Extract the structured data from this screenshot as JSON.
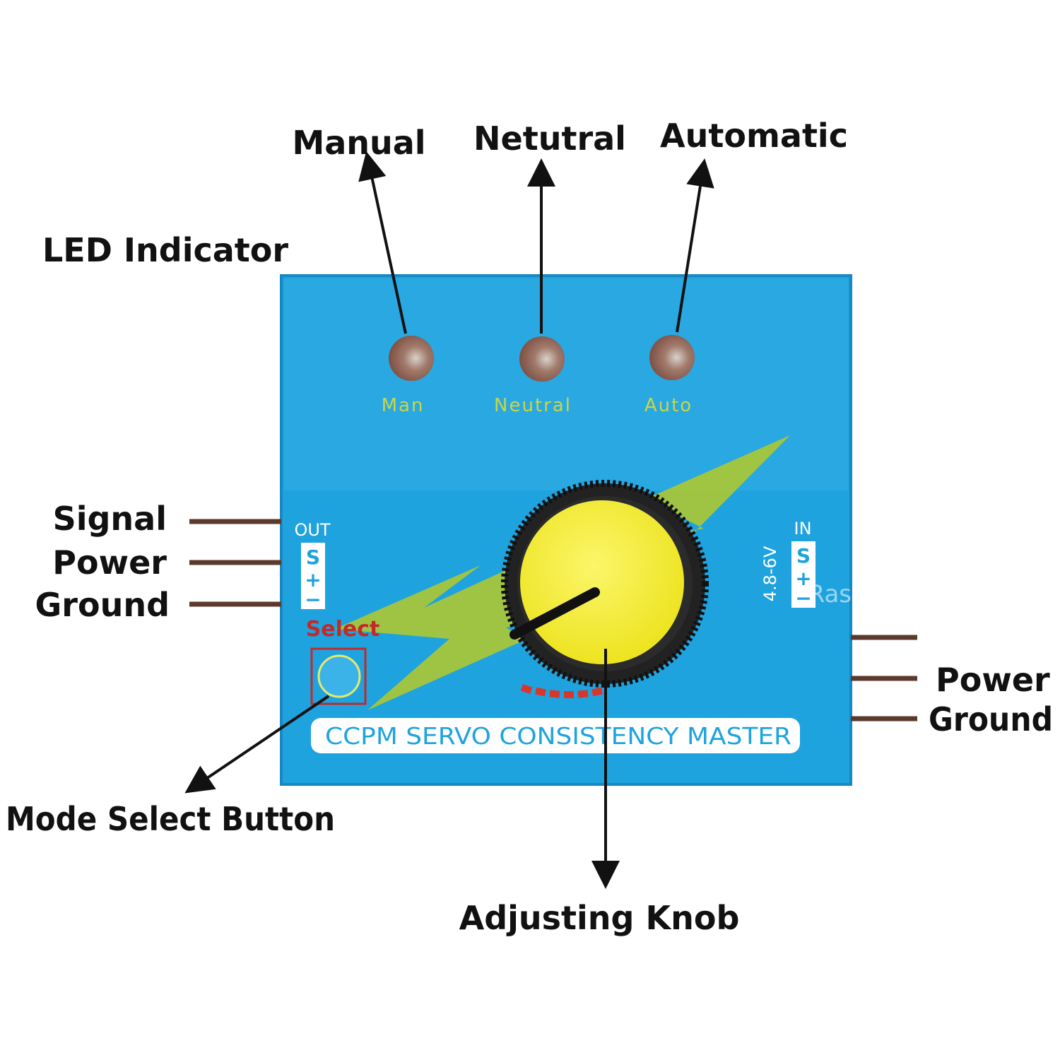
{
  "callouts": {
    "manual": "Manual",
    "neutral": "Netutral",
    "automatic": "Automatic",
    "led_indicator": "LED Indicator",
    "out_signal": "Signal",
    "out_power": "Power",
    "out_ground": "Ground",
    "in_power": "Power",
    "in_ground": "Ground",
    "mode_select": "Mode Select Button",
    "adjusting_knob": "Adjusting Knob"
  },
  "board": {
    "led_labels": [
      "Man",
      "Neutral",
      "Auto"
    ],
    "out_label": "OUT",
    "in_label": "IN",
    "pin_marks": [
      "S",
      "+",
      "−"
    ],
    "voltage": "4.8-6V",
    "select_label": "Select",
    "title_banner": "CCPM SERVO CONSISTENCY MASTER",
    "watermark": "Rasbee"
  },
  "colors": {
    "board": "#1fa3de",
    "board_edge": "#1689c4",
    "bolt": "#a6c63a",
    "knob": "#f4ee1e",
    "knob_rim": "#222222",
    "led": "#8d5c4f",
    "silk_yellow": "#c9d54a",
    "select_red": "#c22a2a",
    "pin": "#5b3a2c",
    "text": "#111111"
  },
  "icons": [
    "arrow-icon",
    "led-icon",
    "knob-icon",
    "button-icon",
    "pin-icon"
  ]
}
